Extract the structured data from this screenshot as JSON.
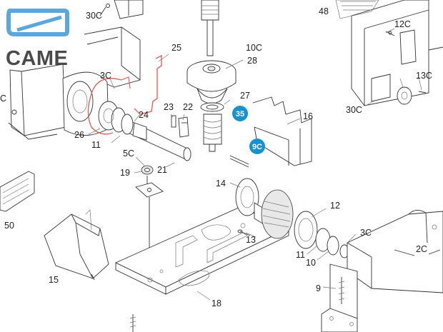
{
  "brand": {
    "name": "CAME",
    "accent_color": "#5aa7dc",
    "badge_color": "#1592cf",
    "highlight_color": "#d9685b"
  },
  "parts": {
    "p30c_top": "30C",
    "p48": "48",
    "p12c": "12C",
    "p25": "25",
    "p10c": "10C",
    "p28": "28",
    "p3c_left": "3C",
    "p13c": "13C",
    "pc_edge": "C",
    "p27": "27",
    "p23": "23",
    "p22": "22",
    "p24": "24",
    "p16": "16",
    "p30c_right": "30C",
    "p26": "26",
    "p11_left": "11",
    "p5c": "5C",
    "p19": "19",
    "p21": "21",
    "p14": "14",
    "p12": "12",
    "p50": "50",
    "p3c_right": "3C",
    "p13": "13",
    "p2c": "2C",
    "p11_right": "11",
    "p10": "10",
    "p15": "15",
    "p9": "9",
    "p18": "18"
  },
  "badges": {
    "b35": "35",
    "b9c": "9C"
  }
}
